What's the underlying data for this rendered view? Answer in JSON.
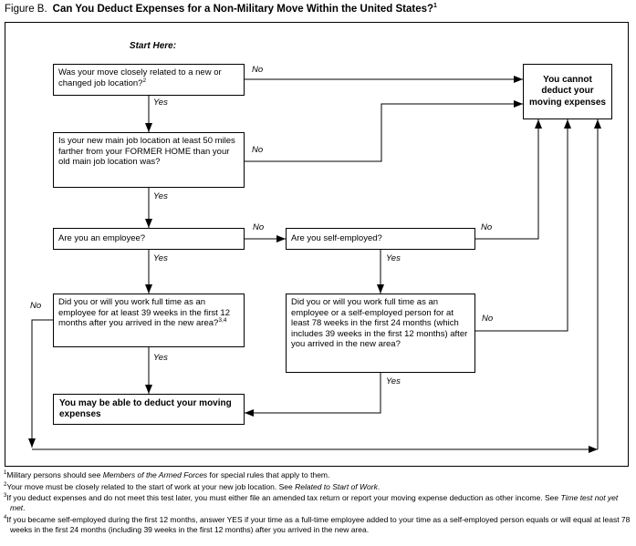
{
  "title": {
    "figure_label": "Figure B.",
    "text": "Can You Deduct Expenses for a Non-Military Move Within the United States?",
    "sup": "1"
  },
  "flowchart": {
    "start_label": "Start Here:",
    "labels": {
      "yes": "Yes",
      "no": "No"
    },
    "nodes": {
      "q_move_related": {
        "text": "Was your move closely related to a new or changed job location?",
        "sup": "2"
      },
      "q_50_miles": {
        "text": "Is your new main job location at least 50 miles farther from your FORMER HOME than your old main job location was?"
      },
      "q_employee": {
        "text": "Are you an employee?"
      },
      "q_self_employed": {
        "text": "Are you self-employed?"
      },
      "q_39_weeks": {
        "text": "Did you or will you work full time as an employee for at least 39 weeks in the first 12 months after you arrived in the new area?",
        "sup": "3,4"
      },
      "q_78_weeks": {
        "text": "Did you or will you work full time as an employee or a self-employed person for at least 78 weeks in the first 24 months (which includes 39 weeks in the first 12 months) after you arrived in the new area?"
      },
      "outcome_cannot": {
        "text": "You cannot deduct your moving expenses"
      },
      "outcome_may": {
        "text": "You may be able to deduct your moving expenses"
      }
    }
  },
  "footnotes": [
    {
      "sup": "1",
      "parts": [
        {
          "t": "Military persons should see "
        },
        {
          "t": "Members of the Armed Forces",
          "i": true
        },
        {
          "t": " for special rules that apply to them."
        }
      ]
    },
    {
      "sup": "2",
      "parts": [
        {
          "t": "Your move must be closely related to the start of work at your new job location. See "
        },
        {
          "t": "Related to Start of Work",
          "i": true
        },
        {
          "t": "."
        }
      ]
    },
    {
      "sup": "3",
      "parts": [
        {
          "t": "If you deduct expenses and do not meet this test later, you must either file an amended tax return or report your moving expense deduction as other income. See "
        },
        {
          "t": "Time test not yet met",
          "i": true
        },
        {
          "t": "."
        }
      ]
    },
    {
      "sup": "4",
      "parts": [
        {
          "t": "If you became self-employed during the first 12 months, answer YES if your time as a full-time employee added to your time as a self-employed person equals or will equal at least 78 weeks in the first 24 months (including 39 weeks in the first 12 months) after you arrived in the new area."
        }
      ]
    }
  ]
}
